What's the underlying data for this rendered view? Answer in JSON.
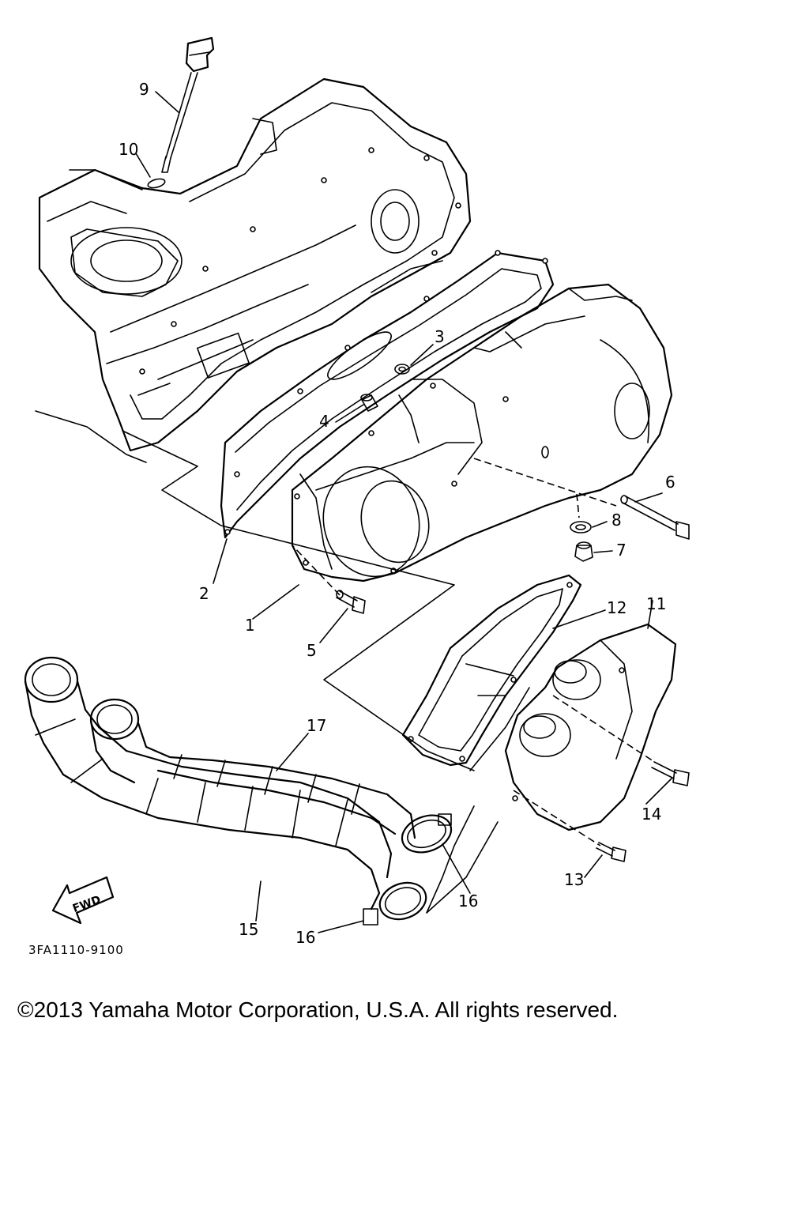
{
  "diagram": {
    "part_numbers": {
      "p1": "1",
      "p2": "2",
      "p3": "3",
      "p4": "4",
      "p5": "5",
      "p6": "6",
      "p7": "7",
      "p8": "8",
      "p9": "9",
      "p10": "10",
      "p11": "11",
      "p12": "12",
      "p13": "13",
      "p14": "14",
      "p15": "15",
      "p16a": "16",
      "p16b": "16",
      "p17": "17"
    },
    "fwd_label": "FWD",
    "drawing_code": "3FA1110-9100"
  },
  "footer": {
    "copyright": "©2013 Yamaha Motor Corporation, U.S.A. All rights reserved."
  }
}
